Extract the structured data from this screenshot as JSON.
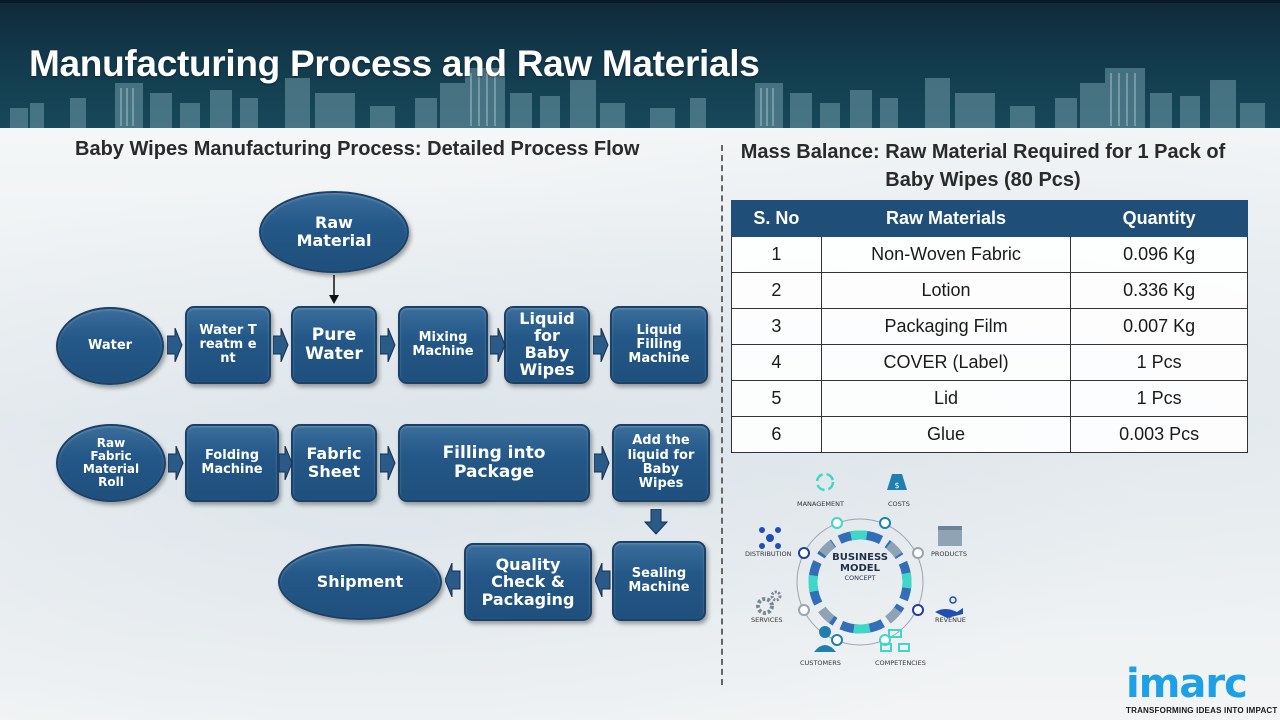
{
  "header": {
    "title": "Manufacturing Process and Raw Materials"
  },
  "process_flow": {
    "heading": "Baby Wipes Manufacturing Process: Detailed Process Flow",
    "nodes": {
      "raw_material": "Raw Material",
      "water": "Water",
      "water_treatment": "Water Treatm ent",
      "pure_water": "Pure Water",
      "mixing_machine": "Mixing Machine",
      "liquid_for_baby_wipes": "Liquid for Baby Wipes",
      "liquid_filling_machine": "Liquid Filling Machine",
      "raw_fabric_material_roll": "Raw Fabric Material Roll",
      "folding_machine": "Folding Machine",
      "fabric_sheet": "Fabric Sheet",
      "filling_into_package": "Filling into Package",
      "add_liquid": "Add the liquid for Baby Wipes",
      "sealing_machine": "Sealing Machine",
      "quality_check": "Quality Check & Packaging",
      "shipment": "Shipment"
    },
    "edges": [
      [
        "raw_material",
        "pure_water"
      ],
      [
        "water",
        "water_treatment"
      ],
      [
        "water_treatment",
        "pure_water"
      ],
      [
        "pure_water",
        "mixing_machine"
      ],
      [
        "mixing_machine",
        "liquid_for_baby_wipes"
      ],
      [
        "liquid_for_baby_wipes",
        "liquid_filling_machine"
      ],
      [
        "raw_fabric_material_roll",
        "folding_machine"
      ],
      [
        "folding_machine",
        "fabric_sheet"
      ],
      [
        "fabric_sheet",
        "filling_into_package"
      ],
      [
        "filling_into_package",
        "add_liquid"
      ],
      [
        "add_liquid",
        "sealing_machine"
      ],
      [
        "sealing_machine",
        "quality_check"
      ],
      [
        "quality_check",
        "shipment"
      ]
    ]
  },
  "mass_balance": {
    "heading": "Mass Balance: Raw Material Required for 1 Pack of Baby Wipes (80 Pcs)",
    "columns": [
      "S. No",
      "Raw Materials",
      "Quantity"
    ],
    "rows": [
      [
        "1",
        "Non-Woven Fabric",
        "0.096 Kg"
      ],
      [
        "2",
        "Lotion",
        "0.336 Kg"
      ],
      [
        "3",
        "Packaging Film",
        "0.007 Kg"
      ],
      [
        "4",
        "COVER (Label)",
        "1 Pcs"
      ],
      [
        "5",
        "Lid",
        "1 Pcs"
      ],
      [
        "6",
        "Glue",
        "0.003 Pcs"
      ]
    ]
  },
  "business_model": {
    "center_line1": "BUSINESS",
    "center_line2": "MODEL",
    "center_line3": "CONCEPT",
    "labels": {
      "management": "Management",
      "costs": "Costs",
      "distribution": "Distribution",
      "products": "Products",
      "services": "Services",
      "revenue": "Revenue",
      "customers": "Customers",
      "competencies": "Competencies"
    }
  },
  "logo": {
    "word": "imarc",
    "tagline": "TRANSFORMING IDEAS INTO IMPACT"
  },
  "colors": {
    "header_bg": "#123a4c",
    "node_fill": "#245888",
    "table_header": "#1f4e79",
    "logo_blue": "#1ea0e6"
  }
}
